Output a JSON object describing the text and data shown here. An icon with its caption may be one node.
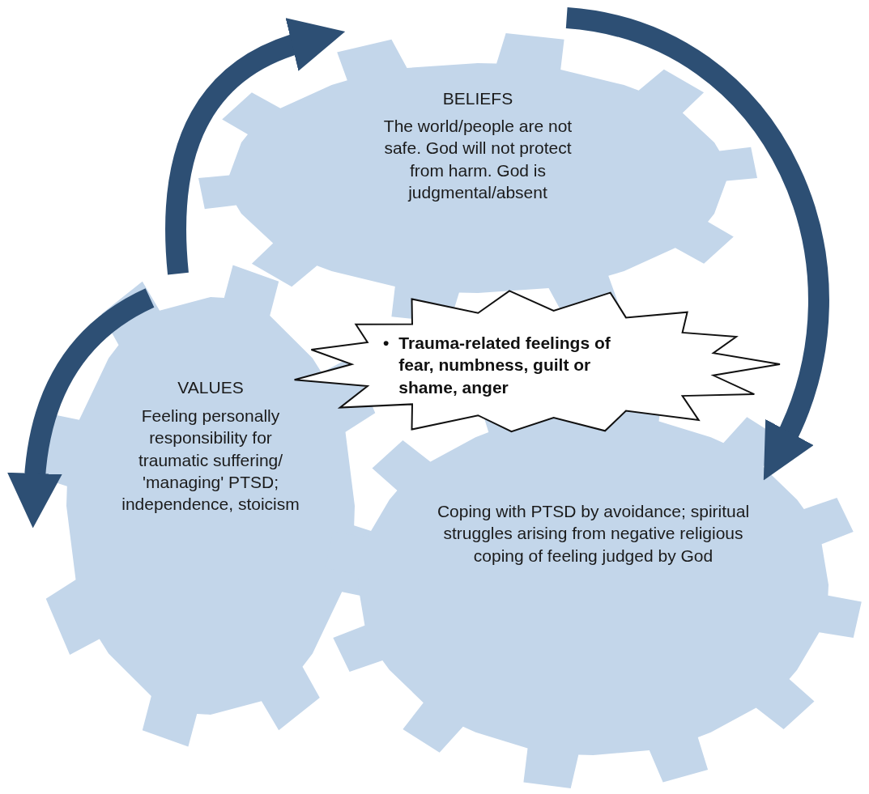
{
  "diagram": {
    "nodes": [
      {
        "text": [
          "BELIEFS",
          "The world/people are not safe. God will not protect from harm. God is judgmental/absent"
        ]
      },
      {
        "text": [
          "VALUES",
          "Feeling personally responsibility for traumatic suffering/ 'managing' PTSD; independence, stoicism"
        ]
      },
      {
        "text": [
          "Coping with PTSD by avoidance; spiritual struggles arising from negative religious coping of feeling judged by God"
        ]
      },
      {
        "text": [
          "Trauma-related feelings of fear, numbness, guilt or shame, anger"
        ]
      }
    ],
    "edges": [
      {
        "from": 1,
        "to": 0,
        "arrow": "to"
      },
      {
        "from": 0,
        "to": 2,
        "arrow": "to"
      },
      {
        "from": null,
        "to": 1,
        "arrow": "to"
      }
    ],
    "labels": [
      "•"
    ]
  }
}
